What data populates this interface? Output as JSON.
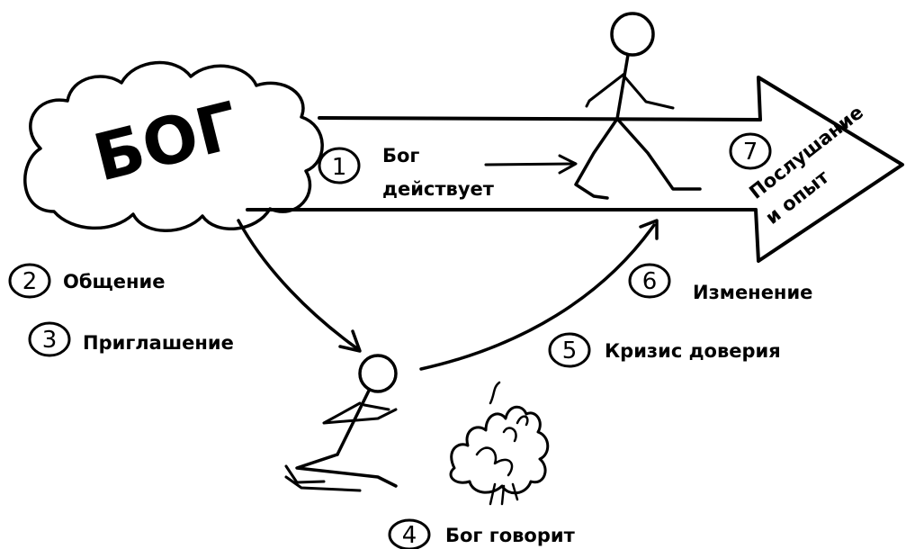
{
  "cloud_title": "БОГ",
  "steps": [
    {
      "number": "1",
      "lines": [
        "Бог",
        "действует"
      ]
    },
    {
      "number": "2",
      "text": "Общение"
    },
    {
      "number": "3",
      "text": "Приглашение"
    },
    {
      "number": "4",
      "text": "Бог говорит"
    },
    {
      "number": "5",
      "text": "Кризис доверия"
    },
    {
      "number": "6",
      "text": "Изменение"
    },
    {
      "number": "7",
      "lines": [
        "Послушание",
        "и опыт"
      ]
    }
  ]
}
